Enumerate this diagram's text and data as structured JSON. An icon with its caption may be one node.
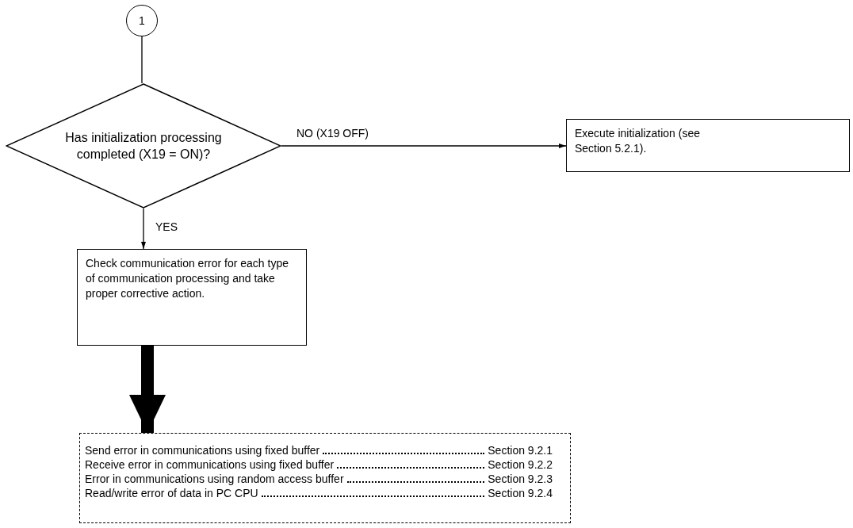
{
  "diagram": {
    "nodes": [
      {
        "text": [
          "1"
        ]
      },
      {
        "text": [
          "Has initialization processing completed (X19 = ON)?"
        ]
      },
      {
        "text": [
          "Execute initialization (see Section 5.2.1)."
        ]
      },
      {
        "text": [
          "Check communication error for each type of communication processing and take proper corrective action."
        ]
      },
      {
        "text": [
          "Send error in communications using fixed buffer",
          "Section 9.2.1",
          "Receive error in communications using fixed buffer",
          "Section 9.2.2",
          "Error  in communications using random access buffer",
          "Section 9.2.3",
          "Read/write error of data in PC CPU",
          "Section 9.2.4"
        ]
      }
    ],
    "edges": [
      {
        "from": 0,
        "to": 1,
        "arrow": "none"
      },
      {
        "from": 1,
        "to": 2,
        "arrow": "to",
        "label": "NO (X19 OFF)"
      },
      {
        "from": 1,
        "to": 3,
        "arrow": "to",
        "label": "YES"
      },
      {
        "from": 3,
        "to": 4,
        "arrow": "to",
        "style": "thick"
      }
    ]
  }
}
